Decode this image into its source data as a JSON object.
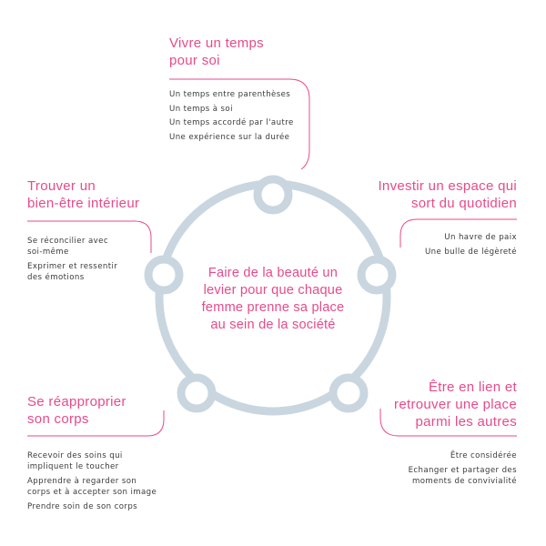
{
  "colors": {
    "accent": "#e84a8a",
    "ring": "#c9d6df",
    "text": "#3a3a3a"
  },
  "center": {
    "text": "Faire de la beauté un levier pour que chaque femme prenne sa place au sein de la société"
  },
  "sections": {
    "top": {
      "title_lines": [
        "Vivre un temps",
        "pour soi"
      ],
      "items": [
        "Un temps entre parenthèses",
        "Un temps à soi",
        "Un temps accordé par l'autre",
        "Une expérience sur la durée"
      ]
    },
    "right_upper": {
      "title_lines": [
        "Investir un espace qui",
        "sort du quotidien"
      ],
      "items": [
        "Un havre de paix",
        "Une bulle de légèreté"
      ]
    },
    "left_upper": {
      "title_lines": [
        "Trouver un",
        "bien-être intérieur"
      ],
      "items": [
        {
          "lines": [
            "Se réconcilier avec",
            "soi-même"
          ]
        },
        {
          "lines": [
            "Exprimer et ressentir",
            "des émotions"
          ]
        }
      ]
    },
    "left_lower": {
      "title_lines": [
        "Se réapproprier",
        "son corps"
      ],
      "items": [
        {
          "lines": [
            "Recevoir des soins qui",
            "impliquent le toucher"
          ]
        },
        {
          "lines": [
            "Apprendre à regarder son",
            "corps et à accepter son image"
          ]
        },
        {
          "lines": [
            "Prendre soin de son corps"
          ]
        }
      ]
    },
    "right_lower": {
      "title_lines": [
        "Être en lien et",
        "retrouver une place",
        "parmi les autres"
      ],
      "items": [
        {
          "lines": [
            "Être considérée"
          ]
        },
        {
          "lines": [
            "Echanger et partager des",
            "moments de convivialité"
          ]
        }
      ]
    }
  }
}
